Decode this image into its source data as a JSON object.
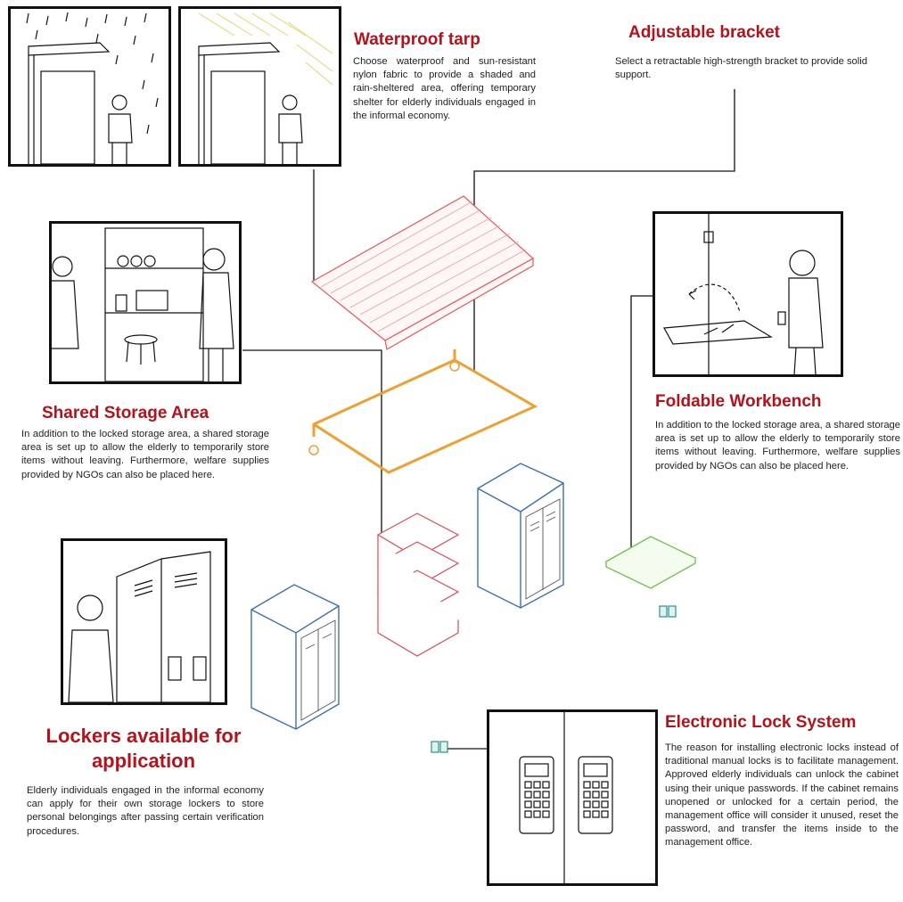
{
  "colors": {
    "title": "#b5121b",
    "tarp": "#e8585a",
    "bracket": "#f0a030",
    "cabinet": "#3a6fb8",
    "shelf": "#e24a56",
    "workbench": "#6cc34a",
    "lock": "#2f8f8a"
  },
  "sections": {
    "tarp": {
      "title": "Waterproof tarp",
      "body": "Choose waterproof and sun-resistant nylon fabric to provide a shaded and rain-sheltered area, offering temporary shelter for elderly individuals engaged in the informal economy."
    },
    "bracket": {
      "title": "Adjustable bracket",
      "body": "Select a retractable high-strength bracket to provide solid support."
    },
    "storage": {
      "title": "Shared Storage Area",
      "body": "In addition to the locked storage area, a shared storage area is set up to allow the elderly to temporarily store items without leaving. Furthermore, welfare supplies provided by NGOs can also be placed here."
    },
    "workbench": {
      "title": "Foldable Workbench",
      "body": "In addition to the locked storage area, a shared storage area is set up to allow the elderly to temporarily store items without leaving. Furthermore, welfare supplies provided by NGOs can also be placed here."
    },
    "lockers": {
      "title_line1": "Lockers available for",
      "title_line2": "application",
      "body": "Elderly individuals engaged in the informal economy can apply for their own storage lockers to store personal belongings after passing certain verification procedures."
    },
    "lock": {
      "title": "Electronic Lock System",
      "body": "The reason for installing electronic locks instead of traditional manual locks is to facilitate management. Approved elderly individuals can unlock the cabinet using their unique passwords. If the cabinet remains unopened or unlocked for a certain period, the management office will consider it unused, reset the password, and transfer the items inside to the management office."
    }
  },
  "icons": [
    "rain-sketch-icon",
    "sun-sketch-icon",
    "storage-sketch-icon",
    "workbench-sketch-icon",
    "locker-sketch-icon",
    "keypad-sketch-icon"
  ]
}
